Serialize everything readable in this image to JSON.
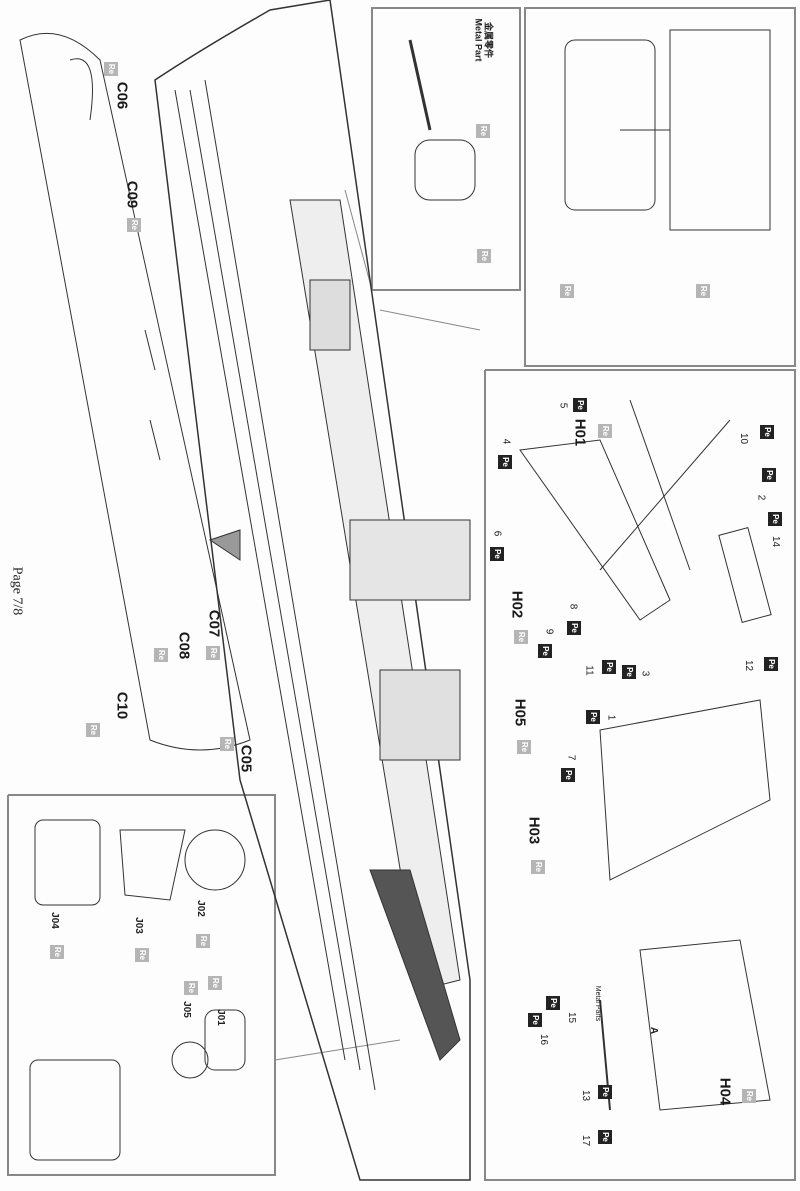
{
  "page_label": "Page 7/8",
  "badges": {
    "re": "Re",
    "pe": "Pe"
  },
  "metal_part_cn": "金属零件",
  "metal_part_en": "Metal Part",
  "metal_parts_label": "Metal Parts",
  "hull_parts": {
    "c05": "C05",
    "c06": "C06",
    "c07": "C07",
    "c08": "C08",
    "c09": "C09",
    "c10": "C10"
  },
  "heli_parts": {
    "h01": "H01",
    "h02": "H02",
    "h03": "H03",
    "h04": "H04",
    "h05": "H05"
  },
  "turret_parts": {
    "j01": "J01",
    "j02": "J02",
    "j03": "J03",
    "j04": "J04",
    "j05": "J05"
  },
  "pe_numbers": [
    "1",
    "2",
    "3",
    "4",
    "5",
    "6",
    "7",
    "8",
    "9",
    "10",
    "11",
    "12",
    "13",
    "14",
    "15",
    "16",
    "17"
  ],
  "marker_a": "A"
}
